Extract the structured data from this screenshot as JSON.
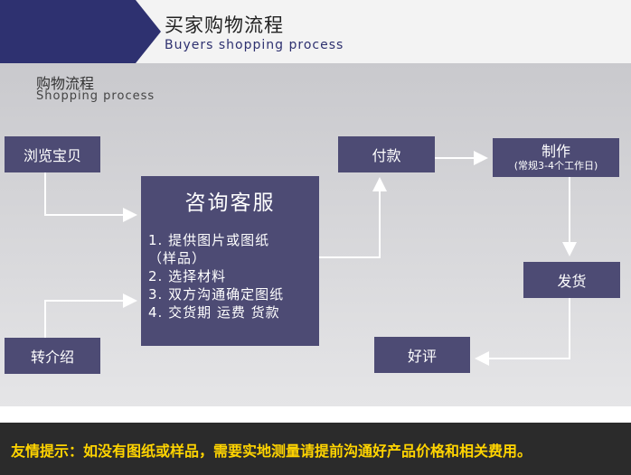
{
  "header": {
    "title": "买家购物流程",
    "subtitle": "Buyers shopping process"
  },
  "section": {
    "title": "购物流程",
    "subtitle": "Shopping process"
  },
  "steps": {
    "browse": "浏览宝贝",
    "referral": "转介绍",
    "consult": {
      "title": "咨询客服",
      "items": [
        "1. 提供图片或图纸",
        "  （样品）",
        "2. 选择材料",
        "3. 双方沟通确定图纸",
        "4. 交货期 运费 货款"
      ]
    },
    "payment": "付款",
    "production": {
      "title": "制作",
      "note": "(常规3-4个工作日)"
    },
    "shipping": "发货",
    "review": "好评"
  },
  "footer": {
    "tip": "友情提示：如没有图纸或样品，需要实地测量请提前沟通好产品价格和相关费用。"
  },
  "colors": {
    "header_navy": "#2e3170",
    "box_fill": "#4d4b74",
    "panel_gray": "#d5d5d8",
    "footer_bg": "#2b2b2b",
    "footer_text": "#ffd400"
  }
}
